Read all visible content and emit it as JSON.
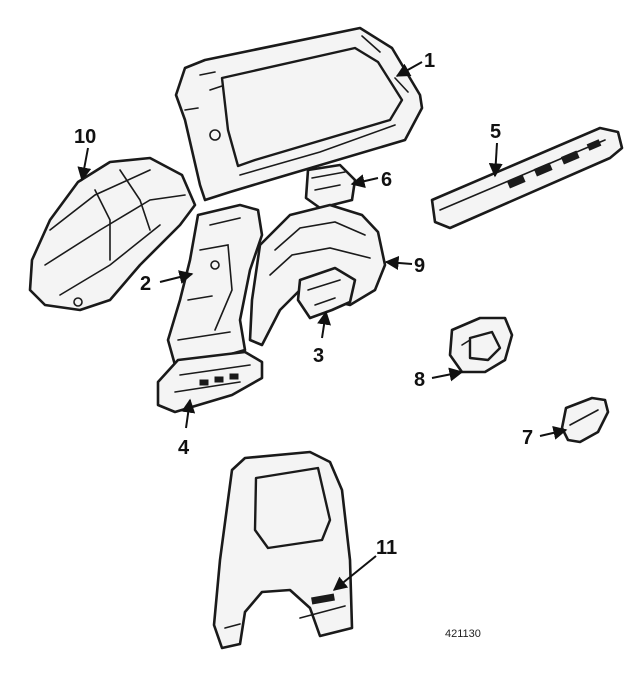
{
  "callouts": [
    {
      "id": "1",
      "label": "1"
    },
    {
      "id": "2",
      "label": "2"
    },
    {
      "id": "3",
      "label": "3"
    },
    {
      "id": "4",
      "label": "4"
    },
    {
      "id": "5",
      "label": "5"
    },
    {
      "id": "6",
      "label": "6"
    },
    {
      "id": "7",
      "label": "7"
    },
    {
      "id": "8",
      "label": "8"
    },
    {
      "id": "9",
      "label": "9"
    },
    {
      "id": "10",
      "label": "10"
    },
    {
      "id": "11",
      "label": "11"
    }
  ],
  "reference_number": "421130",
  "colors": {
    "line": "#1a1a1a",
    "background": "#ffffff"
  }
}
